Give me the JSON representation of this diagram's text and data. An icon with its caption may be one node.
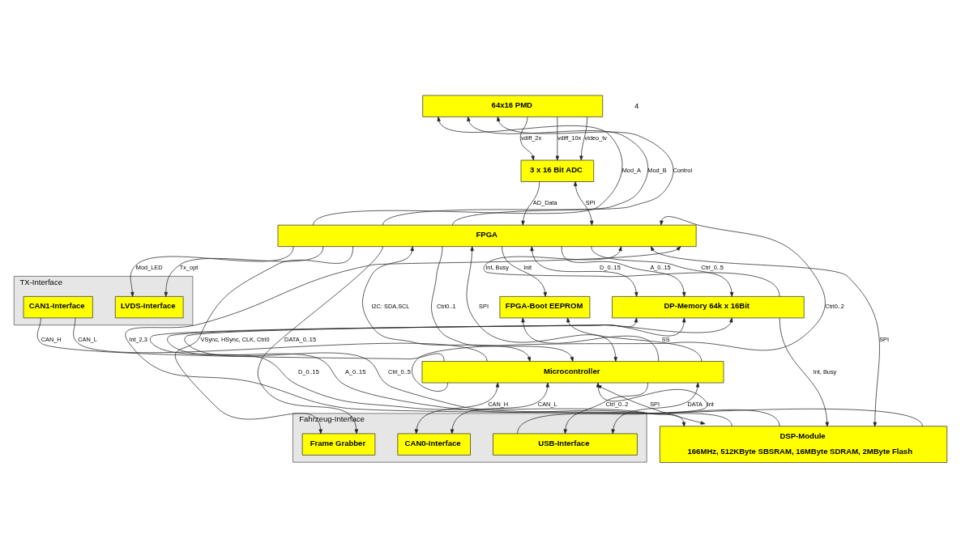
{
  "diagram": {
    "nodes": [
      {
        "text": [
          "64x16 PMD"
        ]
      },
      {
        "text": [
          "3 x 16 Bit ADC"
        ]
      },
      {
        "text": [
          "TX-Interface"
        ]
      },
      {
        "text": [
          "LVDS-Interface"
        ],
        "in": 2
      },
      {
        "text": [
          "CAN1-Interface"
        ],
        "in": 2
      },
      {
        "text": [
          "FPGA"
        ]
      },
      {
        "text": [
          "DP-Memory 64k x 16Bit"
        ]
      },
      {
        "text": [
          "DSP-Module",
          "166MHz, 512KByte SBSRAM, 16MByte SDRAM, 2MByte Flash"
        ]
      },
      {
        "text": [
          "FPGA-Boot EEPROM"
        ]
      },
      {
        "text": [
          "Microcontroller"
        ]
      },
      {
        "text": [
          "Fahrzeug-Interface"
        ]
      },
      {
        "text": [
          "Frame Grabber"
        ],
        "in": 10
      },
      {
        "text": [
          "CAN0-Interface"
        ],
        "in": 10
      },
      {
        "text": [
          "USB-Interface"
        ],
        "in": 10
      }
    ],
    "edges": [
      {
        "from": 5,
        "to": 0,
        "arrow": "to",
        "label": "Mod_A"
      },
      {
        "from": 5,
        "to": 0,
        "arrow": "to",
        "label": "Mod_B"
      },
      {
        "from": 5,
        "to": 0,
        "arrow": "to",
        "label": "Control"
      },
      {
        "from": 0,
        "to": 1,
        "arrow": "to",
        "label": "vdiff_2x"
      },
      {
        "from": 0,
        "to": 1,
        "arrow": "to",
        "label": "vdiff_10x"
      },
      {
        "from": 0,
        "to": 1,
        "arrow": "to",
        "label": "video_tv"
      },
      {
        "from": 1,
        "to": 5,
        "arrow": "to",
        "label": "AD_Data"
      },
      {
        "from": 1,
        "to": 5,
        "arrow": "both",
        "label": "SPI"
      },
      {
        "from": 5,
        "to": 3,
        "arrow": "to",
        "label": "Mod_LED"
      },
      {
        "from": 5,
        "to": 3,
        "arrow": "to",
        "label": "Tx_opt"
      },
      {
        "from": 4,
        "to": 9,
        "arrow": "none",
        "label": "CAN_H"
      },
      {
        "from": 4,
        "to": 9,
        "arrow": "none",
        "label": "CAN_L"
      },
      {
        "from": 5,
        "to": 11,
        "arrow": "to",
        "label": "VSync, HSync, CLK, Ctrl0"
      },
      {
        "from": 5,
        "to": 11,
        "arrow": "to",
        "label": "DATA_0..15"
      },
      {
        "from": 5,
        "to": 9,
        "arrow": "both",
        "label": "I2C: SDA,SCL"
      },
      {
        "from": 9,
        "to": 5,
        "arrow": "to",
        "label": "Ctrl0..2"
      },
      {
        "from": 5,
        "to": 9,
        "arrow": "to",
        "label": "Ctrl0..1"
      },
      {
        "from": 5,
        "to": 9,
        "arrow": "both",
        "label": "SPI"
      },
      {
        "from": 9,
        "to": 8,
        "arrow": "to"
      },
      {
        "from": 5,
        "to": 8,
        "arrow": "to",
        "label": "Init"
      },
      {
        "from": 9,
        "to": 8,
        "arrow": "to",
        "label": "SS"
      },
      {
        "from": 5,
        "to": 6,
        "arrow": "both",
        "label": "D_0..15"
      },
      {
        "from": 5,
        "to": 6,
        "arrow": "to",
        "label": "A_0..15"
      },
      {
        "from": 5,
        "to": 6,
        "arrow": "to",
        "label": "Ctrl_0..5"
      },
      {
        "from": 6,
        "to": 5,
        "arrow": "to",
        "label": "Int, Busy"
      },
      {
        "from": 7,
        "to": 6,
        "arrow": "both",
        "label": "D_0..15"
      },
      {
        "from": 7,
        "to": 6,
        "arrow": "to",
        "label": "A_0..15"
      },
      {
        "from": 7,
        "to": 6,
        "arrow": "to",
        "label": "Ctrl_0..5"
      },
      {
        "from": 6,
        "to": 7,
        "arrow": "to",
        "label": "Int, Busy"
      },
      {
        "from": 5,
        "to": 7,
        "arrow": "both",
        "label": "SPI"
      },
      {
        "from": 7,
        "to": 5,
        "arrow": "to",
        "label": "Int_2,3"
      },
      {
        "from": 9,
        "to": 7,
        "arrow": "both",
        "label": "SPI"
      },
      {
        "from": 9,
        "to": 12,
        "arrow": "both",
        "label": "CAN_H"
      },
      {
        "from": 9,
        "to": 12,
        "arrow": "both",
        "label": "CAN_L"
      },
      {
        "from": 13,
        "to": 9,
        "arrow": "to",
        "label": "Int"
      },
      {
        "from": 9,
        "to": 13,
        "arrow": "to",
        "label": "Ctrl_0..2"
      },
      {
        "from": 9,
        "to": 13,
        "arrow": "both",
        "label": "DATA"
      }
    ],
    "labels": [
      "4"
    ]
  }
}
